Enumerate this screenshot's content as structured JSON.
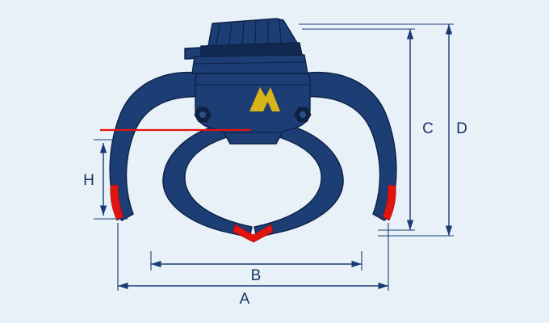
{
  "dimensions": {
    "a": "A",
    "b": "B",
    "c": "C",
    "d": "D",
    "h": "H"
  },
  "colors": {
    "background": "#e9f1f8",
    "machine_fill": "#1c3e74",
    "machine_panel_dark": "#12294f",
    "machine_outline": "#0d2145",
    "pivot_nut": "#0e2346",
    "tip_red": "#e3140f",
    "logo_yellow": "#d9b519",
    "reference_line_red": "#e3140f",
    "dimension_line": "#1a3b73",
    "label_text": "#16325f"
  }
}
